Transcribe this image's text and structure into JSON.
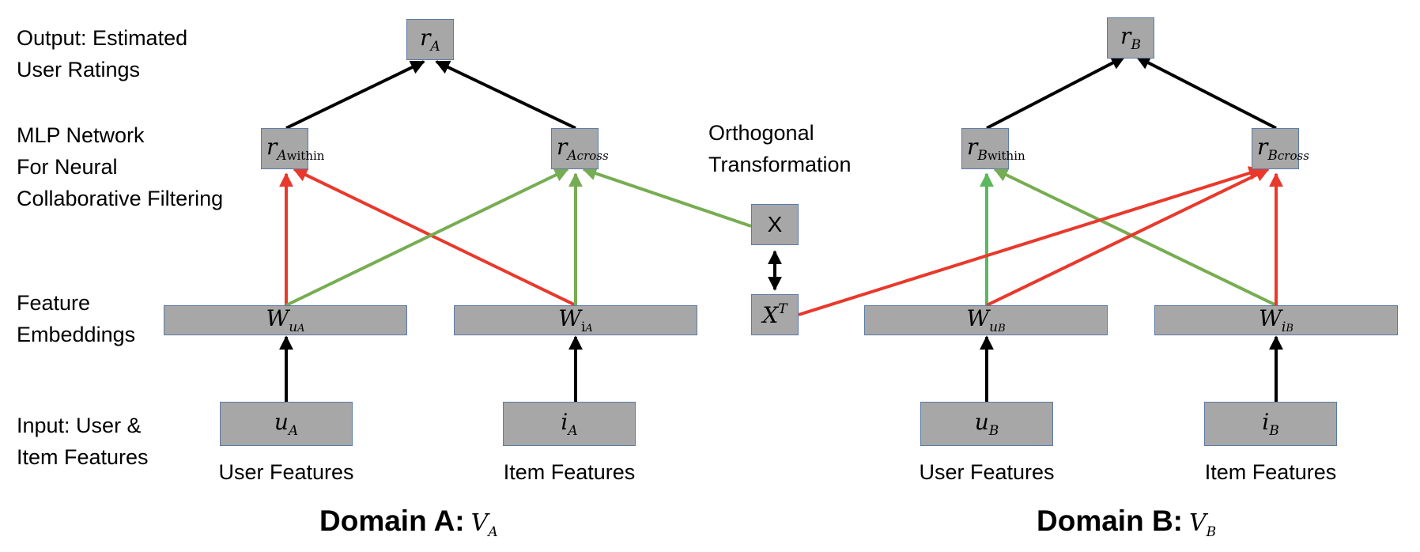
{
  "labels": {
    "output": [
      "Output: Estimated",
      "User Ratings"
    ],
    "mlp": [
      "MLP Network",
      "For Neural",
      "Collaborative Filtering"
    ],
    "orthogonal": [
      "Orthogonal",
      "Transformation"
    ],
    "embeddings": [
      "Feature",
      "Embeddings"
    ],
    "input": [
      "Input: User &",
      "Item Features"
    ]
  },
  "features": {
    "user_a": "User Features",
    "item_a": "Item Features",
    "user_b": "User Features",
    "item_b": "Item Features"
  },
  "domains": {
    "a_title": "Domain A:",
    "a_symbol": "V",
    "a_sub": "A",
    "b_title": "Domain B:",
    "b_symbol": "V",
    "b_sub": "B"
  },
  "nodes": {
    "r_a": {
      "base": "r",
      "sub": "A"
    },
    "r_b": {
      "base": "r",
      "sub": "B"
    },
    "r_a_within": {
      "base": "r",
      "sub": "A",
      "subsub": "within"
    },
    "r_a_cross": {
      "base": "r",
      "sub": "A",
      "subsub": "cross"
    },
    "r_b_within": {
      "base": "r",
      "sub": "B",
      "subsub": "within"
    },
    "r_b_cross": {
      "base": "r",
      "sub": "B",
      "subsub": "cross"
    },
    "x": {
      "base": "X"
    },
    "x_t": {
      "base": "X",
      "sup": "T"
    },
    "w_ua": {
      "base": "W",
      "sub": "u",
      "subsub": "A"
    },
    "w_ia": {
      "base": "W",
      "sub": "i",
      "subsub": "A"
    },
    "w_ub": {
      "base": "W",
      "sub": "u",
      "subsub": "B"
    },
    "w_ib": {
      "base": "W",
      "sub": "i",
      "subsub": "B"
    },
    "u_a": {
      "base": "u",
      "sub": "A"
    },
    "i_a": {
      "base": "i",
      "sub": "A"
    },
    "u_b": {
      "base": "u",
      "sub": "B"
    },
    "i_b": {
      "base": "i",
      "sub": "B"
    }
  },
  "colors": {
    "box_fill": "#a7a7a7",
    "box_border": "#5b7aa7",
    "edge_black": "#000000",
    "edge_red": "#e8392c",
    "edge_green": "#77ad52",
    "edge_green_vertical": "#5cb85c"
  }
}
